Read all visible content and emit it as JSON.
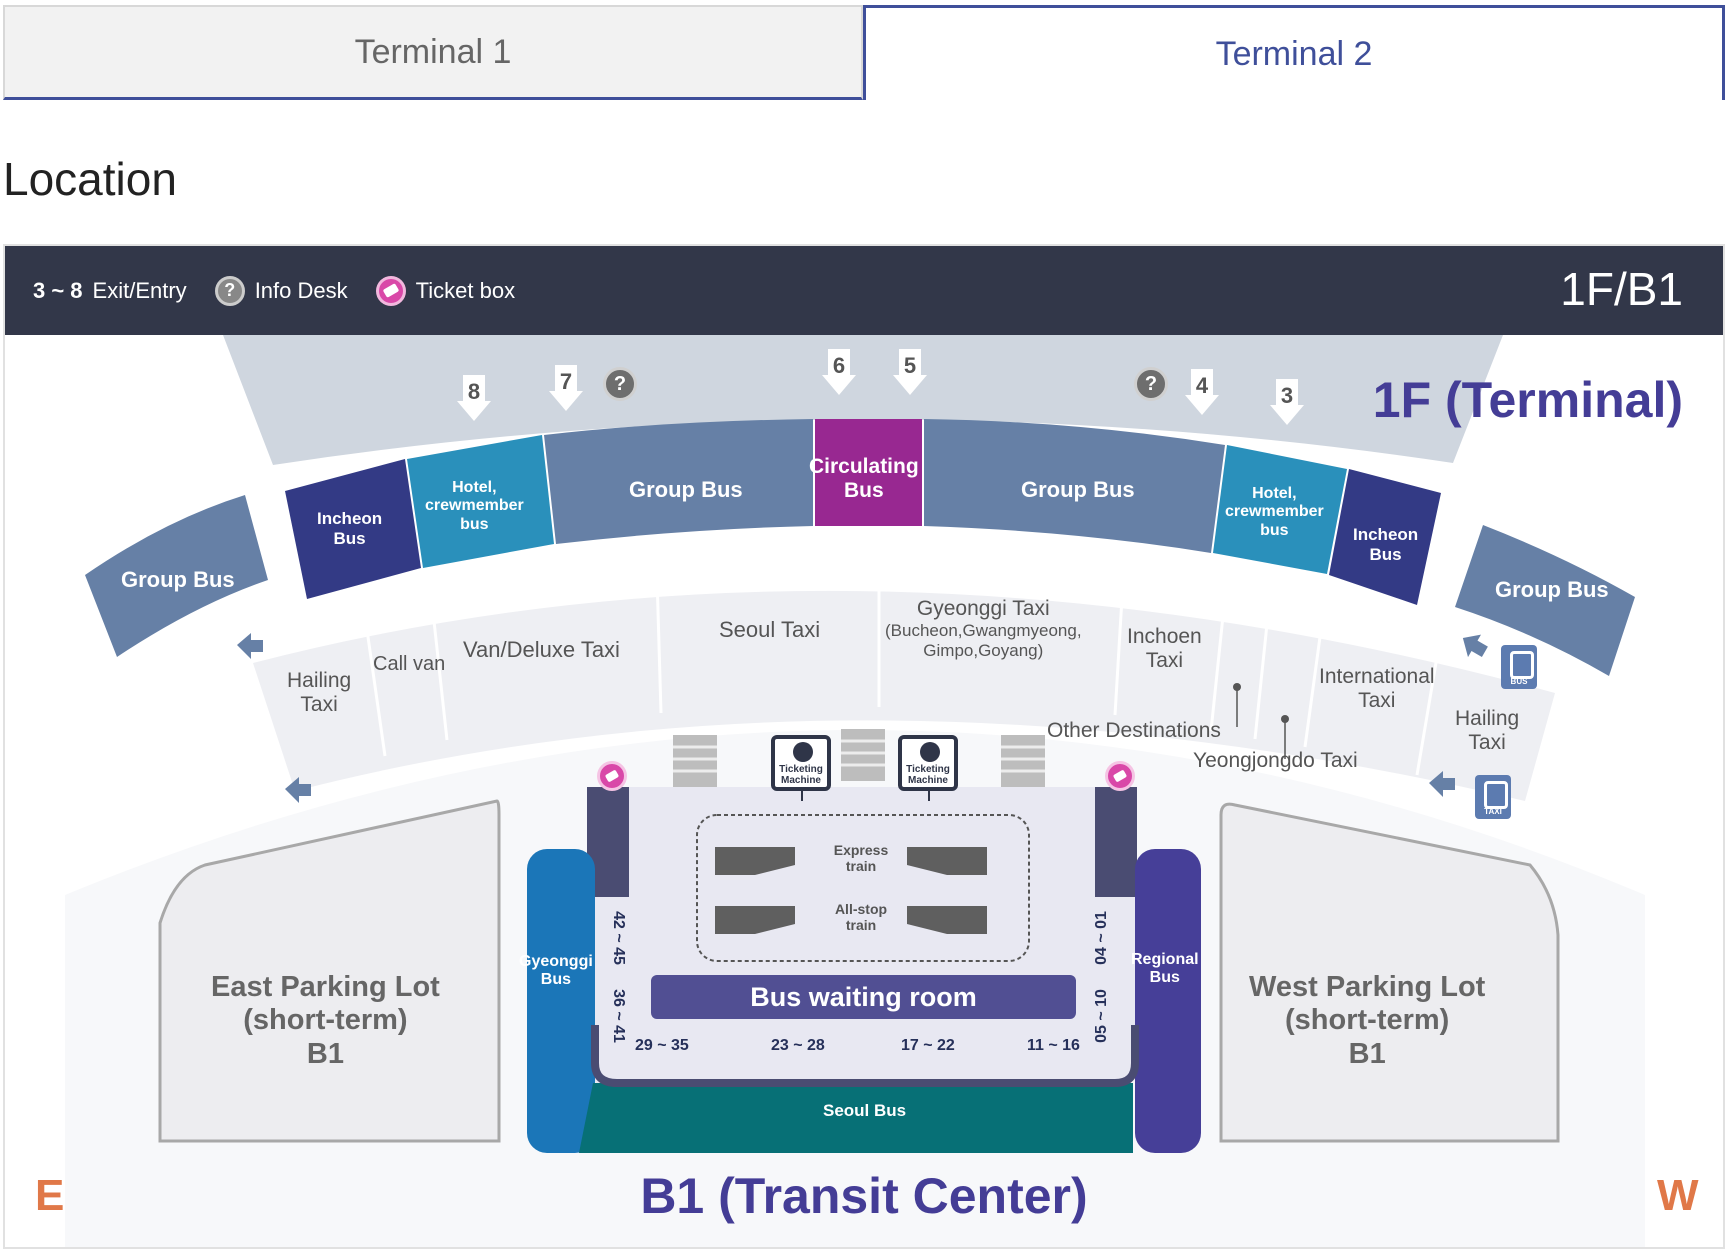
{
  "tabs": [
    {
      "label": "Terminal 1",
      "active": false
    },
    {
      "label": "Terminal 2",
      "active": true
    }
  ],
  "section_title": "Location",
  "legend": {
    "exit_range": "3 ~ 8",
    "exit_label": "Exit/Entry",
    "info_desk": "Info Desk",
    "ticket_box": "Ticket box",
    "floor": "1F/B1"
  },
  "map": {
    "terminal_title": "1F (Terminal)",
    "transit_title": "B1 (Transit Center)",
    "compass": {
      "east": "E",
      "west": "W"
    },
    "exits": [
      "8",
      "7",
      "6",
      "5",
      "4",
      "3"
    ],
    "info_desk_symbol": "?",
    "bus_zones": {
      "group_bus_far_left": "Group Bus",
      "incheon_bus_left": [
        "Incheon",
        "Bus"
      ],
      "hotel_left": [
        "Hotel,",
        "crewmember",
        "bus"
      ],
      "group_bus_left": "Group Bus",
      "circulating_bus": [
        "Circulating",
        "Bus"
      ],
      "group_bus_right": "Group Bus",
      "hotel_right": [
        "Hotel,",
        "crewmember",
        "bus"
      ],
      "incheon_bus_right": [
        "Incheon",
        "Bus"
      ],
      "group_bus_far_right": "Group Bus"
    },
    "taxi_zones": {
      "hailing_left": [
        "Hailing",
        "Taxi"
      ],
      "call_van": "Call van",
      "van_deluxe": "Van/Deluxe Taxi",
      "seoul_taxi": "Seoul Taxi",
      "gyeonggi_taxi": [
        "Gyeonggi Taxi",
        "(Bucheon,Gwangmyeong,",
        "Gimpo,Goyang)"
      ],
      "inchoen_taxi": [
        "Inchoen",
        "Taxi"
      ],
      "other_destinations": "Other Destinations",
      "yeongjongdo_taxi": "Yeongjongdo Taxi",
      "international_taxi": [
        "International",
        "Taxi"
      ],
      "hailing_right": [
        "Hailing",
        "Taxi"
      ]
    },
    "sign_icons": {
      "bus": "BUS",
      "taxi": "TAXI"
    },
    "transit_center": {
      "ticketing_machine": [
        "Ticketing",
        "Machine"
      ],
      "express_train": [
        "Express",
        "train"
      ],
      "allstop_train": [
        "All-stop",
        "train"
      ],
      "bus_waiting_room": "Bus waiting room",
      "gyeonggi_bus": [
        "Gyeonggi",
        "Bus"
      ],
      "regional_bus": [
        "Regional",
        "Bus"
      ],
      "seoul_bus": "Seoul Bus",
      "gates_left": [
        "42 ~ 45",
        "36 ~ 41"
      ],
      "gates_right": [
        "04 ~ 01",
        "05 ~ 10"
      ],
      "gates_bottom": [
        "29 ~ 35",
        "23 ~ 28",
        "17 ~ 22",
        "11 ~ 16"
      ]
    },
    "parking": {
      "east": [
        "East Parking Lot",
        "(short-term)",
        "B1"
      ],
      "west": [
        "West Parking Lot",
        "(short-term)",
        "B1"
      ]
    },
    "colors": {
      "terminal_band": "#cfd6df",
      "group_bus": "#6680a6",
      "incheon_bus": "#333a85",
      "hotel_bus": "#2a90bb",
      "circulating_bus": "#982891",
      "taxi_zone": "#eeeff3",
      "gyeonggi_bus": "#1b76b8",
      "regional_bus": "#463f98",
      "seoul_bus": "#077076",
      "accent": "#443d96",
      "compass": "#e07848"
    }
  }
}
